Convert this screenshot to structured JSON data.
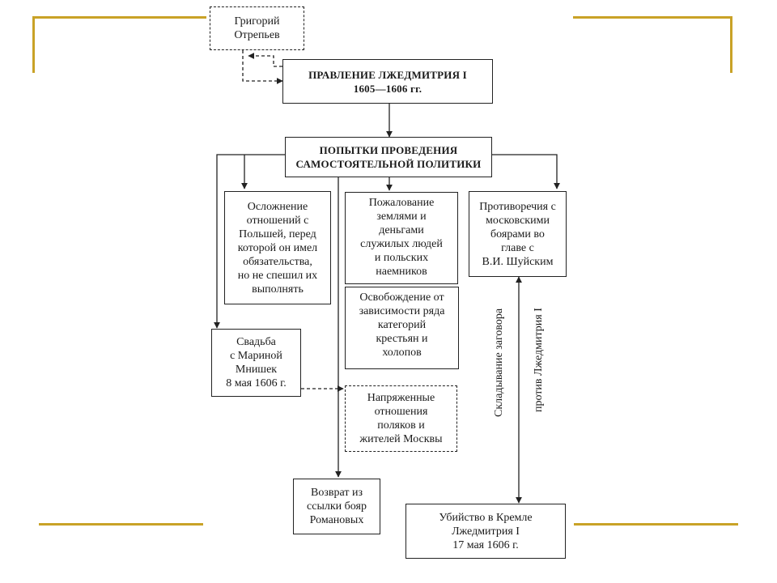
{
  "boxes": {
    "otrepiev": "Григорий\nОтрепьев",
    "reign": "ПРАВЛЕНИЕ ЛЖЕДМИТРИЯ I\n1605—1606 гг.",
    "policy": "ПОПЫТКИ ПРОВЕДЕНИЯ\nСАМОСТОЯТЕЛЬНОЙ ПОЛИТИКИ",
    "poland": "Осложнение\nотношений с\nПольшей, перед\nкоторой он имел\nобязательства,\nно не спешил их\nвыполнять",
    "grant": "Пожалование\nземлями и\nденьгами\nслужилых людей\nи польских\nнаемников",
    "boyars": "Противоречия с\nмосковскими\nбоярами во\nглаве с\nВ.И. Шуйским",
    "release": "Освобождение от\nзависимости ряда\nкатегорий\nкрестьян и\nхолопов",
    "wedding": "Свадьба\nс Мариной\nМнишек\n8 мая 1606 г.",
    "tension": "Напряженные\nотношения\nполяков и\nжителей Москвы",
    "romanov": "Возврат из\nссылки бояр\nРомановых",
    "murder": "Убийство в Кремле\nЛжедмитрия I\n17 мая 1606 г."
  },
  "labels": {
    "conspiracy": "Складывание заговора",
    "against": "против Лжедмитрия I"
  },
  "colors": {
    "accent": "#c9a227",
    "line": "#222222"
  }
}
